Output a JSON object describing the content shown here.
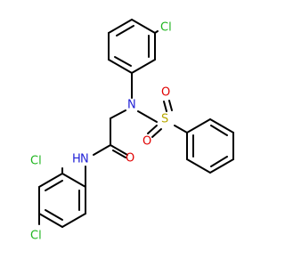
{
  "molecule": {
    "atom_labels": {
      "cl_top": "Cl",
      "n_sulfonamide": "N",
      "s": "S",
      "o_sulfonyl_left": "O",
      "o_sulfonyl_right": "O",
      "nh_amide": "N",
      "h_amide": "H",
      "o_carbonyl": "O",
      "cl_ortho": "Cl",
      "cl_meta": "Cl"
    },
    "colors": {
      "bond": "#000000",
      "chlorine": "#1fb51f",
      "nitrogen": "#1f1fd6",
      "sulfur": "#b8a900",
      "oxygen": "#e00000"
    }
  }
}
